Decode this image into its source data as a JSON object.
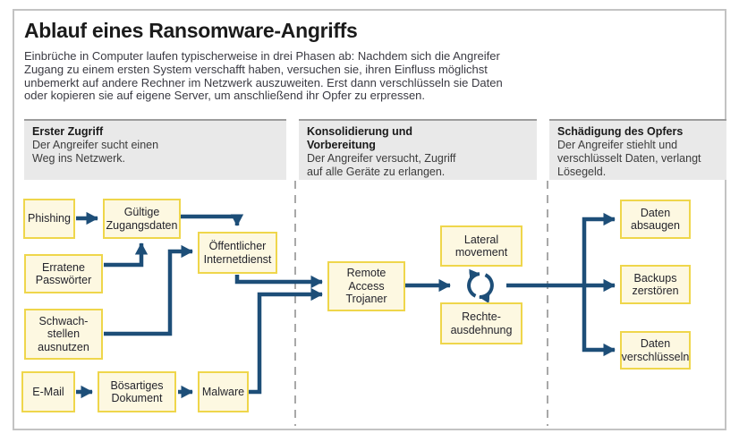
{
  "page": {
    "title": "Ablauf eines Ransomware-Angriffs",
    "intro": "Einbrüche in Computer laufen typischerweise in drei Phasen ab: Nachdem sich die Angreifer\nZugang zu einem ersten System verschafft haben, versuchen sie, ihren Einfluss möglichst\nunbemerkt auf andere Rechner im Netzwerk auszuweiten. Erst dann verschlüsseln sie Daten\noder kopieren sie auf eigene Server, um anschließend ihr Opfer zu erpressen."
  },
  "phases": [
    {
      "title": "Erster Zugriff",
      "desc": "Der Angreifer sucht einen\nWeg ins Netzwerk."
    },
    {
      "title": "Konsolidierung und\nVorbereitung",
      "desc": "Der Angreifer versucht, Zugriff\nauf alle Geräte zu erlangen."
    },
    {
      "title": "Schädigung des Opfers",
      "desc": "Der Angreifer stiehlt und\nverschlüsselt Daten, verlangt\nLösegeld."
    }
  ],
  "nodes": {
    "phishing": {
      "label": "Phishing"
    },
    "valid_credentials": {
      "label": "Gültige\nZugangsdaten"
    },
    "guessed_passwords": {
      "label": "Erratene\nPasswörter"
    },
    "public_internet_service": {
      "label": "Öffentlicher\nInternetdienst"
    },
    "exploit_vulnerabilities": {
      "label": "Schwach-\nstellen\nausnutzen"
    },
    "email": {
      "label": "E-Mail"
    },
    "malicious_document": {
      "label": "Bösartiges\nDokument"
    },
    "malware": {
      "label": "Malware"
    },
    "remote_access_trojan": {
      "label": "Remote\nAccess\nTrojaner"
    },
    "lateral_movement": {
      "label": "Lateral\nmovement"
    },
    "privilege_escalation": {
      "label": "Rechte-\nausdehnung"
    },
    "data_exfiltration": {
      "label": "Daten\nabsaugen"
    },
    "destroy_backups": {
      "label": "Backups\nzerstören"
    },
    "encrypt_data": {
      "label": "Daten\nverschlüsseln"
    }
  },
  "icons": {
    "cycle": "rotation-cycle-arrows-icon"
  },
  "colors": {
    "node_fill": "#fdf8e1",
    "node_border": "#efd64b",
    "arrow": "#1d4e78",
    "phase_band_bg": "#e9e9e9",
    "phase_band_top_border": "#9d9d9d",
    "divider_dash": "#a8a8a8",
    "panel_border": "#c3c3c3",
    "title_text": "#1b1b1b",
    "body_text": "#3a3a42"
  }
}
